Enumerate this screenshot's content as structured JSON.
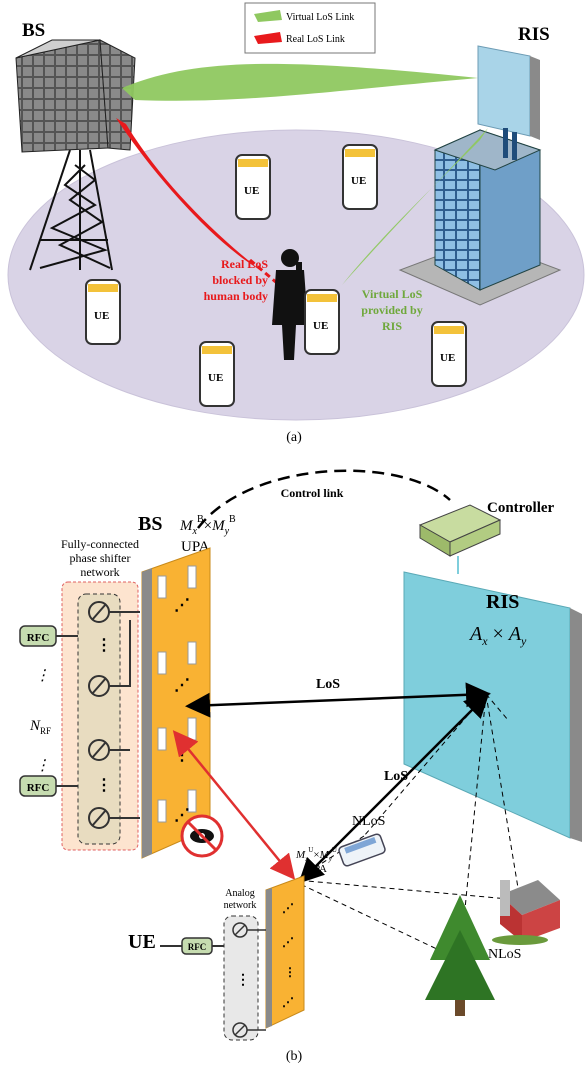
{
  "panel_a": {
    "caption": "(a)",
    "bs_label": "BS",
    "ris_label": "RIS",
    "legend": {
      "virtual": "Virtual LoS Link",
      "real": "Real LoS Link",
      "virtual_color": "#8fc860",
      "real_color": "#e8191c"
    },
    "ue_label": "UE",
    "real_los_note": [
      "Real LoS",
      "blocked by",
      "human body"
    ],
    "virtual_los_note": [
      "Virtual LoS",
      "provided by",
      "RIS"
    ],
    "colors": {
      "ground": "#d9d3e6",
      "beam_green": "#8fc860",
      "beam_red": "#e8191c"
    }
  },
  "panel_b": {
    "caption": "(b)",
    "bs_label": "BS",
    "ue_label": "UE",
    "ris_label": "RIS",
    "ris_dims": {
      "base_a": "A",
      "sub_x": "x",
      "times": " × ",
      "base_b": "A",
      "sub_y": "y"
    },
    "bs_upa": {
      "m": "M",
      "sub_x": "x",
      "sup_b": "B",
      "times": "×",
      "sub_y": "y",
      "unit": "UPA"
    },
    "ue_upa": {
      "m": "M",
      "sub_x": "x",
      "sup_u": "U",
      "times": "×",
      "sub_y": "y",
      "unit": "UPA"
    },
    "control_link": "Control link",
    "controller": "Controller",
    "phase_network": [
      "Fully-connected",
      "phase shifter",
      "network"
    ],
    "analog_network": [
      "Analog",
      "network"
    ],
    "rfc": "RFC",
    "nrf": {
      "base": "N",
      "sub": "RF"
    },
    "los": "LoS",
    "nlos": "NLoS",
    "colors": {
      "panel": "#f9b233",
      "ris": "#7fcedc",
      "rfc": "#c6dcb0",
      "phase_box": "#fde4cf",
      "arrow_red": "#e03030"
    }
  }
}
